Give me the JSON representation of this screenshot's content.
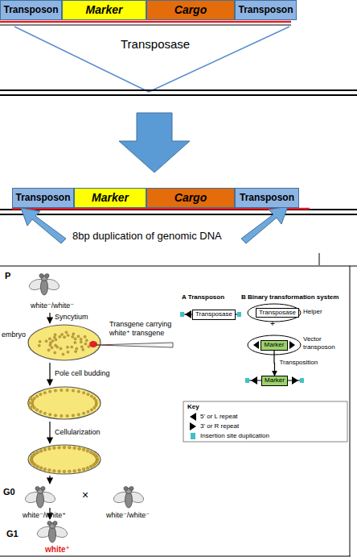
{
  "diagram": {
    "nodes": [
      {
        "text": [
          "Transposon"
        ]
      },
      {
        "text": [
          "Marker"
        ]
      },
      {
        "text": [
          "Cargo"
        ]
      },
      {
        "text": [
          "Transposon"
        ]
      },
      {
        "text": [
          "Transposon"
        ]
      },
      {
        "text": [
          "Marker"
        ]
      },
      {
        "text": [
          "Cargo"
        ]
      },
      {
        "text": [
          "Transposon"
        ]
      },
      {
        "text": [
          "Transposase"
        ]
      },
      {
        "text": [
          "Transposase"
        ]
      },
      {
        "text": [
          "Marker"
        ]
      },
      {
        "text": [
          "Marker"
        ]
      }
    ],
    "edges": [
      {
        "from": 10,
        "to": 11,
        "label": "Transposition",
        "arrow": "to"
      }
    ],
    "labels": [
      "Transposase",
      "8bp duplication of genomic DNA",
      "P",
      "white⁻/white⁻",
      "Syncytium",
      "embryo",
      "Transgene carrying white⁺ transgene",
      "Pole cell budding",
      "Cellularization",
      "G0",
      "×",
      "white⁻/white⁺",
      "white⁻/white⁻",
      "G1",
      "white⁺",
      "A Transposon",
      "B Binary transformation system",
      "Helper",
      "+",
      "Vector transposon",
      "Key"
    ],
    "legend": [
      {
        "text": "5' or L repeat"
      },
      {
        "text": "3' or R repeat"
      },
      {
        "text": "Insertion site duplication",
        "color": "#3fc1c9"
      }
    ]
  }
}
